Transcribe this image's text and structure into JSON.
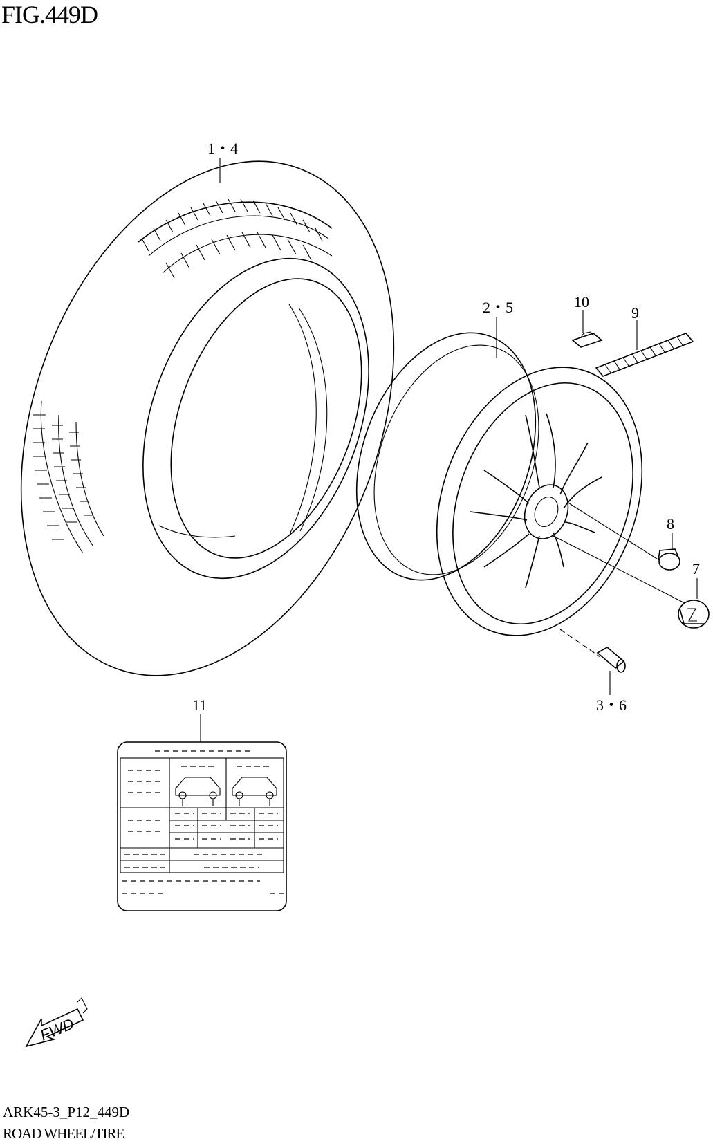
{
  "figure": {
    "title": "FIG.449D",
    "code": "ARK45-3_P12_449D",
    "name": "ROAD WHEEL/TIRE"
  },
  "callouts": {
    "tire": "1・4",
    "wheel": "2・5",
    "valve": "3・6",
    "center_cap": "7",
    "nut": "8",
    "balance_weight": "9",
    "weight_clip": "10",
    "label": "11"
  },
  "fwd": "FWD"
}
